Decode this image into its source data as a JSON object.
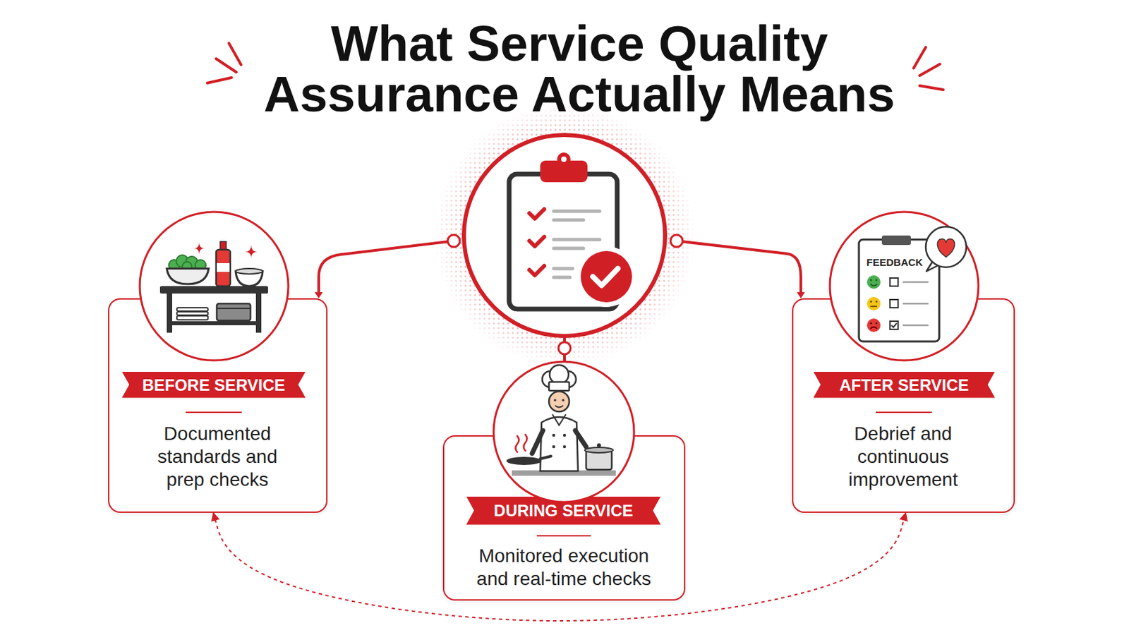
{
  "diagram": {
    "title": "What Service Quality Assurance Actually Means",
    "nodes": [
      {
        "text": [
          "BEFORE SERVICE",
          "Documented standards and prep checks"
        ]
      },
      {
        "text": [
          "DURING SERVICE",
          "Monitored execution and real-time checks"
        ]
      },
      {
        "text": [
          "AFTER SERVICE",
          "Debrief and continuous improvement"
        ]
      }
    ],
    "edges": [
      {
        "from": 0,
        "to": 2,
        "arrow": "both"
      }
    ],
    "labels": [
      "FEEDBACK"
    ]
  }
}
